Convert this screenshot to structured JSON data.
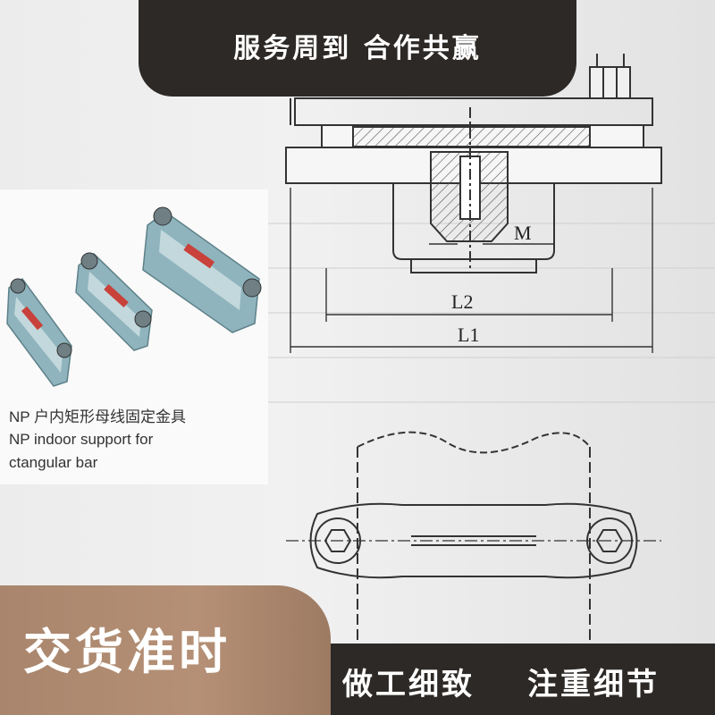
{
  "banner": {
    "top_text": "服务周到 合作共赢"
  },
  "product": {
    "caption_cn": "NP 户内矩形母线固定金具",
    "caption_en_1": "NP indoor support for",
    "caption_en_2": "ctangular bar"
  },
  "drawing": {
    "label_m": "M",
    "label_l2": "L2",
    "label_l1": "L1"
  },
  "footer": {
    "left_text": "交货准时",
    "slogan_1": "做工细致",
    "slogan_2": "注重细节"
  },
  "colors": {
    "dark": "#2d2926",
    "brown": "#a8856c",
    "part": "#8fb4bd",
    "label_red": "#c8413a"
  }
}
